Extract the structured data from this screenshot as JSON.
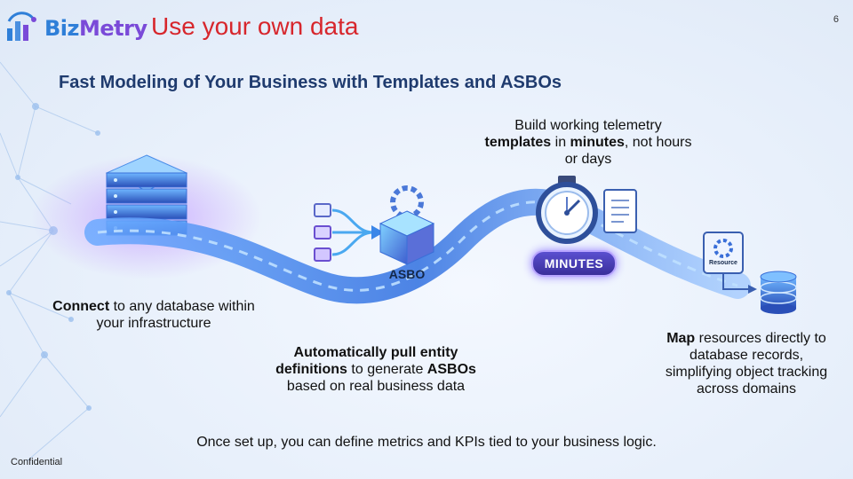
{
  "brand": {
    "name_part1": "Biz",
    "name_part2": "Metry"
  },
  "slide": {
    "title": "Use your own data",
    "page_number": "6",
    "subtitle": "Fast Modeling of Your Business with Templates and ASBOs",
    "footer": "Once set up, you can define metrics and KPIs tied to your business logic.",
    "confidential": "Confidential"
  },
  "steps": [
    {
      "bold": "Connect",
      "rest": " to any database within your infrastructure"
    },
    {
      "bold": "Automatically pull entity definitions",
      "mid": " to generate ",
      "bold2": "ASBOs",
      "rest": " based on real business data"
    },
    {
      "pre": "Build working telemetry ",
      "bold": "templates",
      "mid": " in ",
      "bold2": "minutes",
      "rest": ", not hours or days"
    },
    {
      "bold": "Map",
      "rest": " resources directly to database records, simplifying object tracking across domains"
    }
  ],
  "illustration": {
    "asbo_label": "ASBO",
    "minutes_label": "MINUTES",
    "resource_label": "Resource"
  },
  "colors": {
    "title_red": "#d7262c",
    "subtitle_navy": "#1f3b6e",
    "road_blue": "#3a8ff0",
    "glow_purple": "#8b5cf6"
  }
}
